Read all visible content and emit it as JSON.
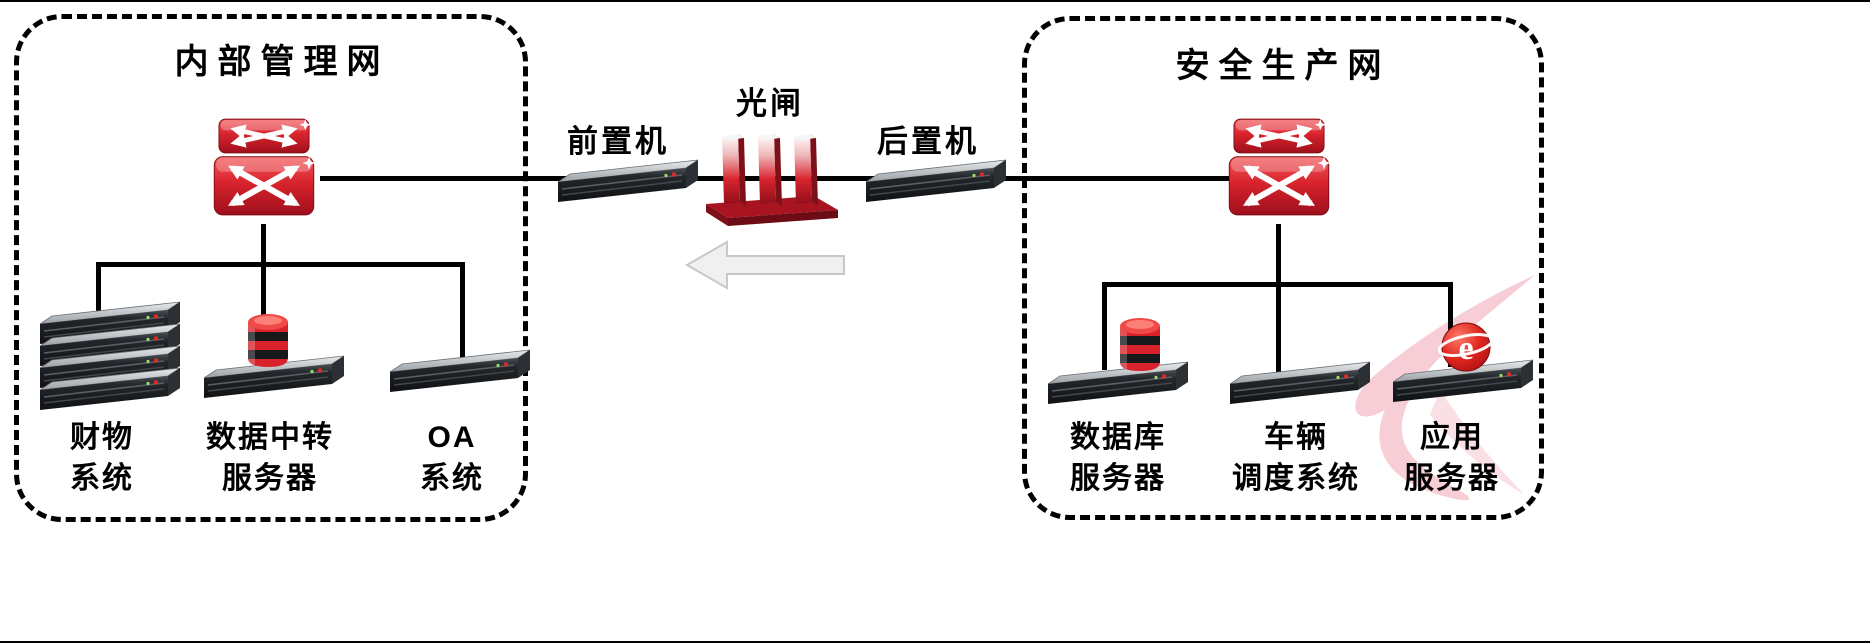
{
  "left_zone": {
    "title": "内部管理网",
    "switch_icon": "network-switch-icon",
    "devices": [
      {
        "label": "财物\n系统",
        "icon": "server-stack-icon"
      },
      {
        "label": "数据中转\n服务器",
        "icon": "server-with-database-icon"
      },
      {
        "label": "OA\n系统",
        "icon": "server-icon"
      }
    ]
  },
  "bridge": {
    "front_machine_label": "前置机",
    "optical_gate_label": "光闸",
    "back_machine_label": "后置机",
    "arrow_direction": "left"
  },
  "right_zone": {
    "title": "安全生产网",
    "switch_icon": "network-switch-icon",
    "devices": [
      {
        "label": "数据库\n服务器",
        "icon": "server-with-database-icon"
      },
      {
        "label": "车辆\n调度系统",
        "icon": "server-icon"
      },
      {
        "label": "应用\n服务器",
        "icon": "server-with-e-badge-icon"
      }
    ]
  },
  "icons": {
    "e_badge_letter": "e"
  },
  "colors": {
    "device_red": "#cc2027",
    "line_black": "#000000",
    "arrow_gray": "#f0f0f0",
    "swoosh_pink": "#e2506a"
  }
}
